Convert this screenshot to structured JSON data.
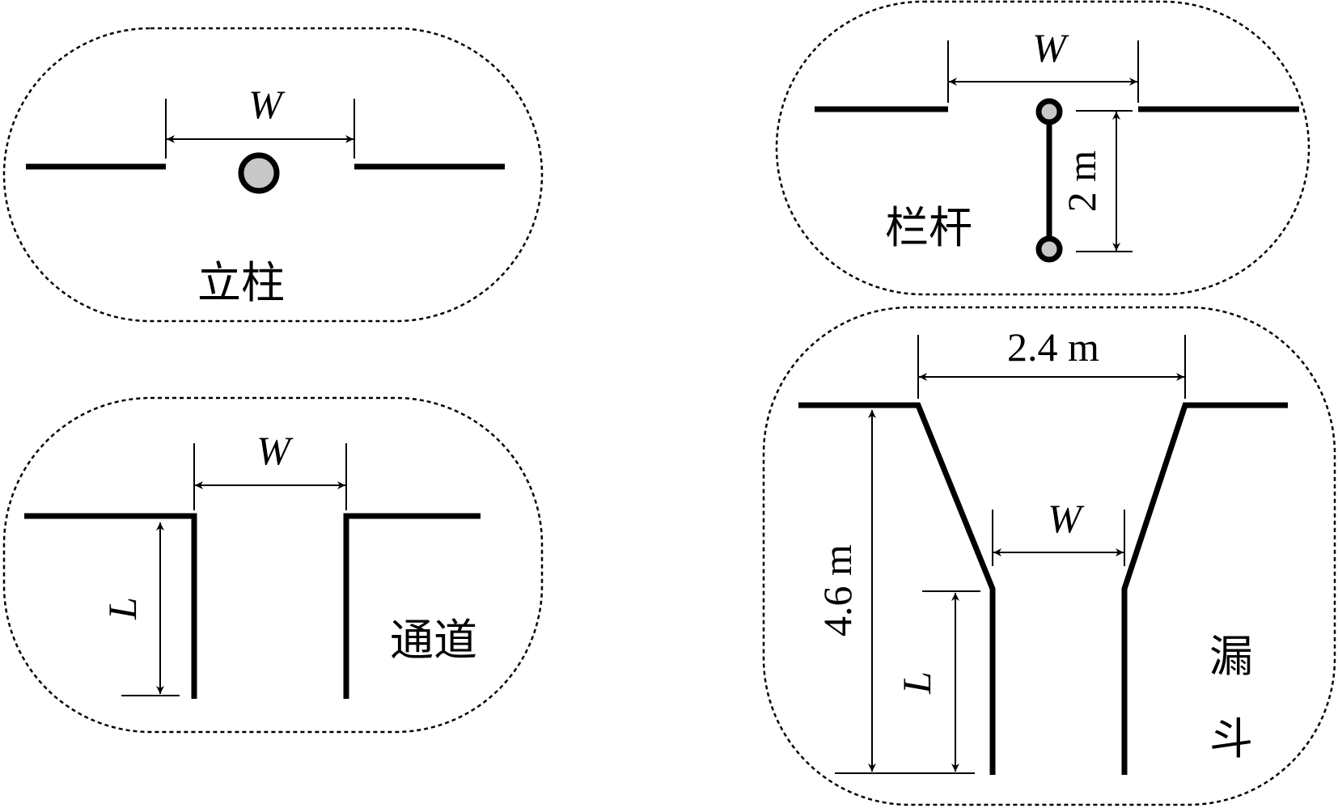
{
  "panels": {
    "pillar": {
      "caption": "立柱",
      "width_label": "W"
    },
    "rail": {
      "caption": "栏杆",
      "width_label": "W",
      "length_label": "2 m"
    },
    "corridor": {
      "caption": "通道",
      "width_label": "W",
      "length_label": "L"
    },
    "funnel": {
      "caption_line1": "漏",
      "caption_line2": "斗",
      "top_width_label": "2.4 m",
      "height_label": "4.6 m",
      "width_label": "W",
      "length_label": "L"
    }
  },
  "colors": {
    "line": "#000000",
    "fill_gray": "#c8c8c8",
    "background": "#ffffff"
  },
  "icons": [
    "arrow-head-icon"
  ]
}
